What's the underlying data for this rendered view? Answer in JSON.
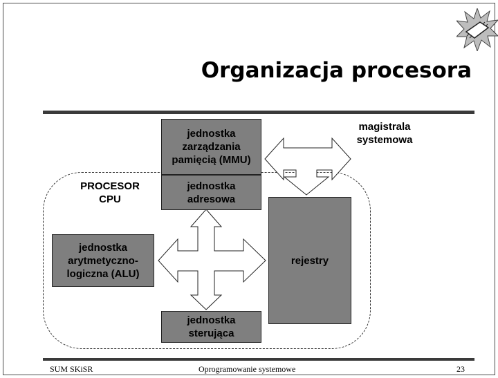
{
  "slide": {
    "title": "Organizacja procesora",
    "logo_icon": "processor-chip-icon"
  },
  "diagram": {
    "mmu": "jednostka\nzarządzania\npamięcią (MMU)",
    "address_unit": "jednostka\nadresowa",
    "alu": "jednostka\narytmetyczno-\nlogiczna (ALU)",
    "control_unit": "jednostka\nsterująca",
    "registers": "rejestry",
    "cpu_label": "PROCESOR\nCPU",
    "system_bus": "magistrala\nsystemowa"
  },
  "footer": {
    "left": "SUM SKiSR",
    "center": "Oprogramowanie systemowe",
    "page_number": "23"
  },
  "colors": {
    "box_fill": "#7f7f7f",
    "rule": "#3a3a3a"
  }
}
